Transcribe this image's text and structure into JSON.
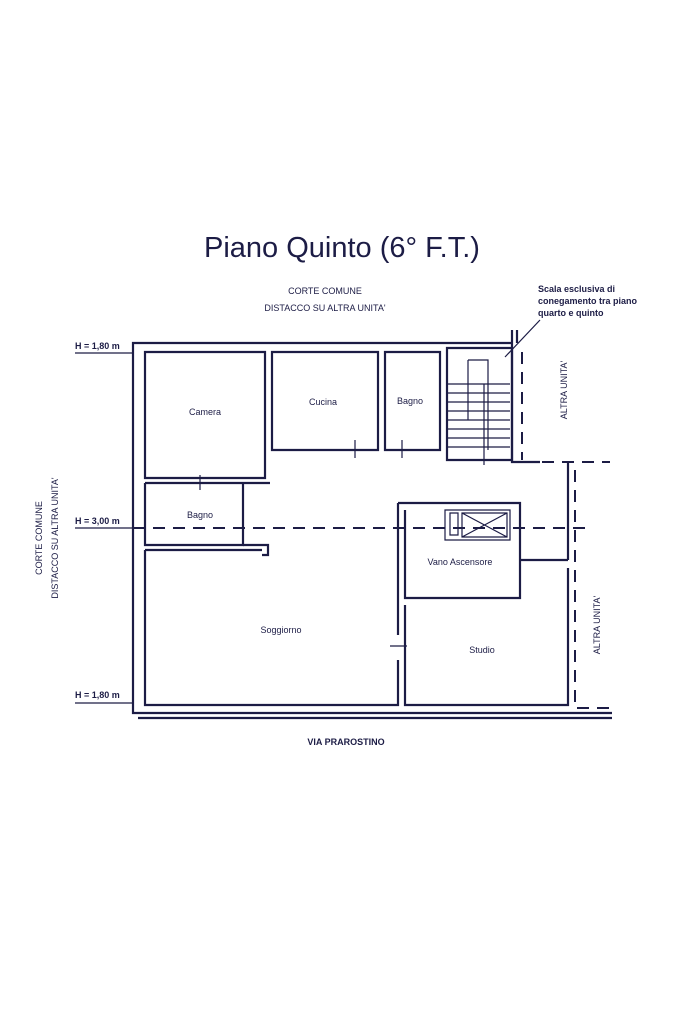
{
  "title": "Piano Quinto (6° F.T.)",
  "top_labels": [
    "CORTE COMUNE",
    "DISTACCO SU ALTRA UNITA'"
  ],
  "left_labels": [
    "CORTE COMUNE",
    "DISTACCO SU ALTRA UNITA'"
  ],
  "bottom_label": "VIA PRAROSTINO",
  "right_labels": [
    "ALTRA UNITA'",
    "ALTRA UNITA'"
  ],
  "stair_note": [
    "Scala esclusiva di",
    "conegamento tra piano",
    "quarto e quinto"
  ],
  "heights": [
    "H = 1,80 m",
    "H = 3,00 m",
    "H = 1,80 m"
  ],
  "rooms": {
    "camera": "Camera",
    "cucina": "Cucina",
    "bagno_top": "Bagno",
    "bagno_left": "Bagno",
    "vano_ascensore": "Vano Ascensore",
    "soggiorno": "Soggiorno",
    "studio": "Studio"
  },
  "ink_color": "#1c1c45"
}
